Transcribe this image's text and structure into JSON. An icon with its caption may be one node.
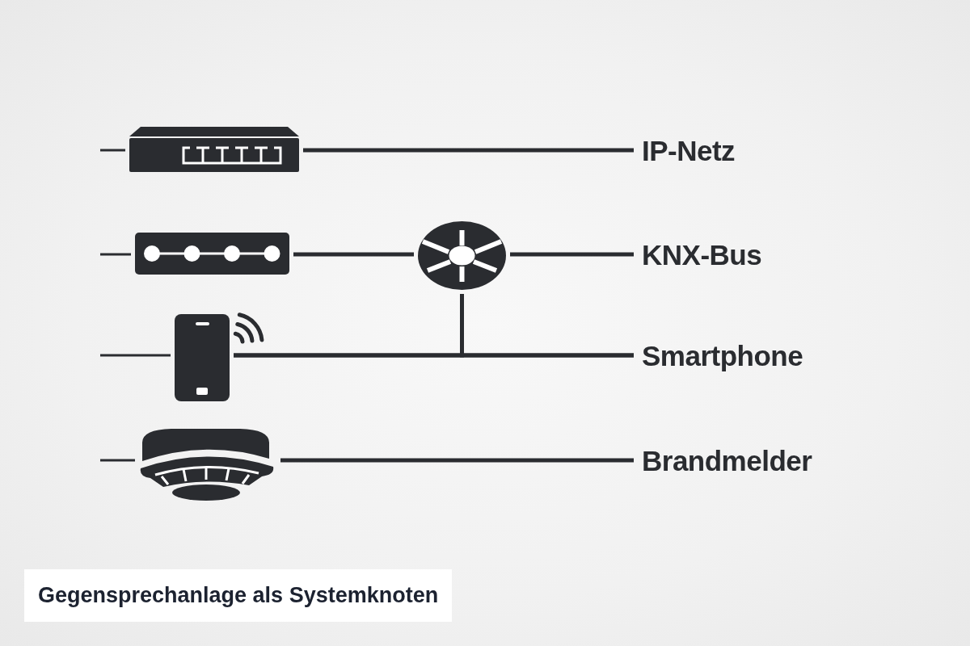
{
  "diagram": {
    "title": "Gegensprechanlage als Systemknoten",
    "nodes": [
      {
        "text": [],
        "shape": "picture"
      },
      {
        "text": [
          "IP-Netz"
        ]
      },
      {
        "text": [],
        "shape": "picture"
      },
      {
        "text": [],
        "shape": "picture"
      },
      {
        "text": [
          "KNX-Bus"
        ]
      },
      {
        "text": [],
        "shape": "picture"
      },
      {
        "text": [
          "Smartphone"
        ]
      },
      {
        "text": [],
        "shape": "picture"
      },
      {
        "text": [
          "Brandmelder"
        ]
      }
    ],
    "edges": [
      {
        "from": null,
        "to": 0,
        "arrow": "none"
      },
      {
        "from": 0,
        "to": 1,
        "arrow": "none"
      },
      {
        "from": null,
        "to": 2,
        "arrow": "none"
      },
      {
        "from": 2,
        "to": 3,
        "arrow": "none"
      },
      {
        "from": 3,
        "to": 4,
        "arrow": "none"
      },
      {
        "from": null,
        "to": 5,
        "arrow": "none"
      },
      {
        "from": 5,
        "to": 6,
        "arrow": "none"
      },
      {
        "from": 3,
        "to": 5,
        "arrow": "none"
      },
      {
        "from": 3,
        "to": 6,
        "arrow": "none"
      },
      {
        "from": null,
        "to": 7,
        "arrow": "none"
      },
      {
        "from": 7,
        "to": 8,
        "arrow": "none"
      }
    ]
  }
}
